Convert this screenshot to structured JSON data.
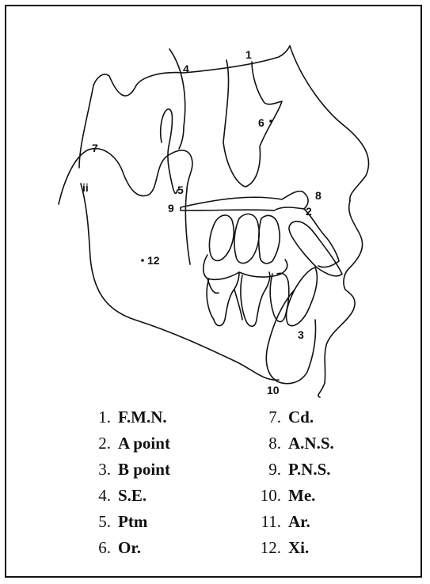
{
  "landmarks": [
    {
      "num": "1",
      "label": "F.M.N.",
      "marker": "1"
    },
    {
      "num": "2",
      "label": "A point",
      "marker": "2"
    },
    {
      "num": "3",
      "label": "B point",
      "marker": "3"
    },
    {
      "num": "4",
      "label": "S.E.",
      "marker": "4"
    },
    {
      "num": "5",
      "label": "Ptm",
      "marker": "5"
    },
    {
      "num": "6",
      "label": "Or.",
      "marker": "6"
    },
    {
      "num": "7",
      "label": "Cd.",
      "marker": "7"
    },
    {
      "num": "8",
      "label": "A.N.S.",
      "marker": "8"
    },
    {
      "num": "9",
      "label": "P.N.S.",
      "marker": "9"
    },
    {
      "num": "10",
      "label": "Me.",
      "marker": "10"
    },
    {
      "num": "11",
      "label": "Ar.",
      "marker": "ii"
    },
    {
      "num": "12",
      "label": "Xi.",
      "marker": "12"
    }
  ],
  "legend_suffix": "."
}
